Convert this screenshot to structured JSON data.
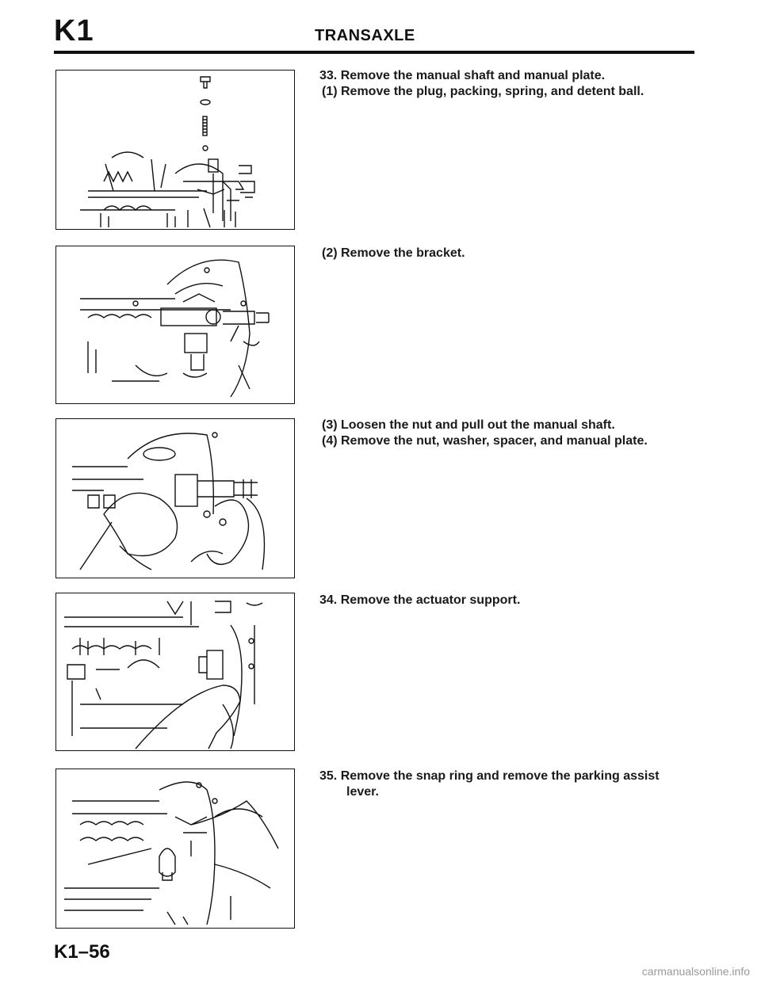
{
  "header": {
    "section_code": "K1",
    "title": "TRANSAXLE"
  },
  "steps": [
    {
      "lines": [
        "33. Remove the manual shaft and manual plate.",
        "(1) Remove the plug, packing, spring, and detent ball."
      ]
    },
    {
      "lines": [
        "(2) Remove the bracket."
      ]
    },
    {
      "lines": [
        "(3) Loosen the nut and pull out the manual shaft.",
        "(4) Remove the nut, washer, spacer, and manual plate."
      ]
    },
    {
      "lines": [
        "34. Remove the actuator support."
      ]
    },
    {
      "lines": [
        "35. Remove the snap ring and remove the parking assist",
        "lever."
      ]
    }
  ],
  "footer": {
    "page_number": "K1–56",
    "watermark": "carmanualsonline.info"
  }
}
